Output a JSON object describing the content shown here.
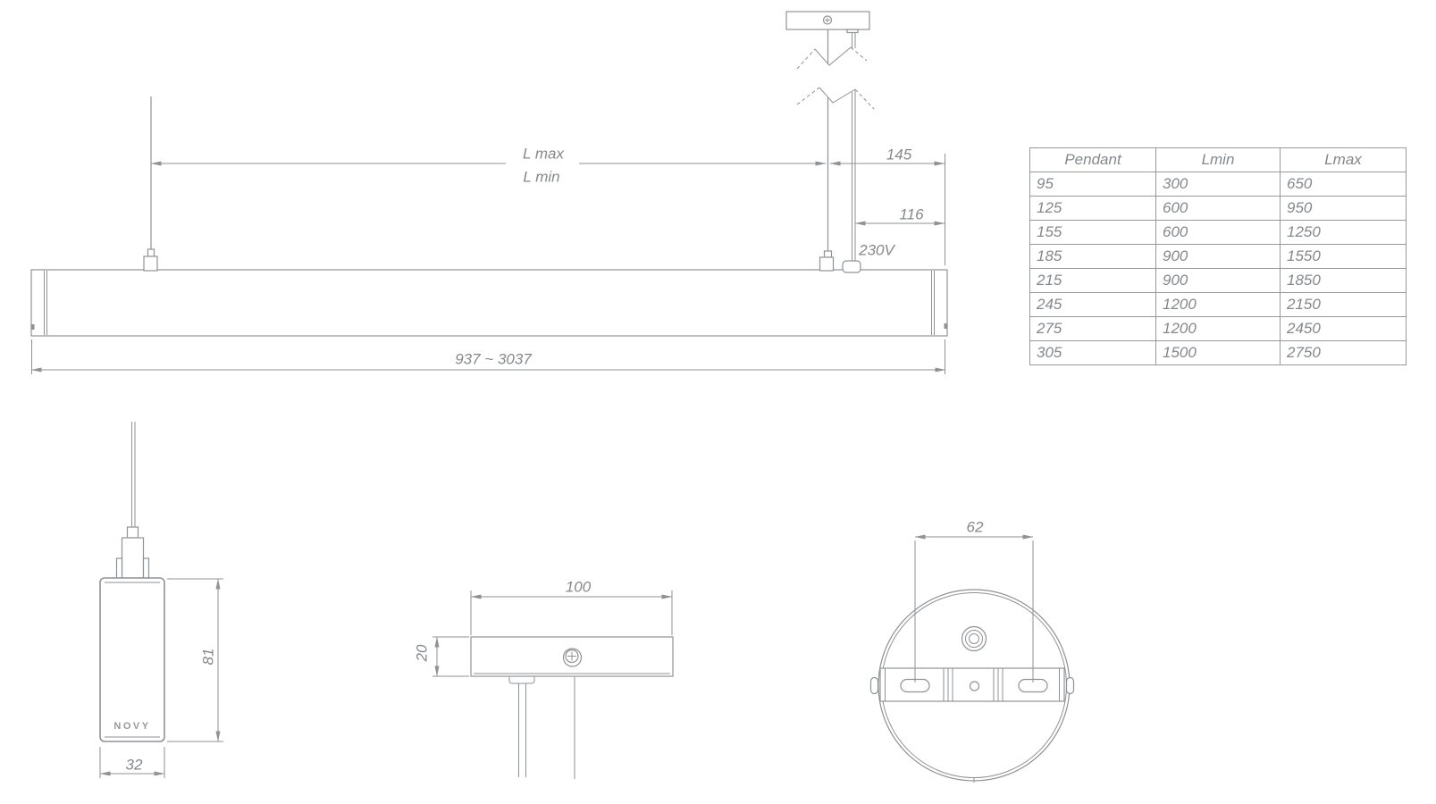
{
  "front_view": {
    "l_max_label": "L max",
    "l_min_label": "L min",
    "canopy_offset": "145",
    "cord_offset": "116",
    "voltage": "230V",
    "length_range": "937 ~ 3037"
  },
  "end_view": {
    "profile_height": "81",
    "profile_width": "32",
    "brand": "NOVY"
  },
  "canopy_side_view": {
    "width": "100",
    "height": "20"
  },
  "canopy_top_view": {
    "slot_spacing": "62"
  },
  "table": {
    "headers": [
      "Pendant",
      "Lmin",
      "Lmax"
    ],
    "rows": [
      [
        "95",
        "300",
        "650"
      ],
      [
        "125",
        "600",
        "950"
      ],
      [
        "155",
        "600",
        "1250"
      ],
      [
        "185",
        "900",
        "1550"
      ],
      [
        "215",
        "900",
        "1850"
      ],
      [
        "245",
        "1200",
        "2150"
      ],
      [
        "275",
        "1200",
        "2450"
      ],
      [
        "305",
        "1500",
        "2750"
      ]
    ]
  },
  "colors": {
    "line": "#8f9295",
    "text": "#85888b",
    "table_border": "#97999c",
    "background": "#ffffff"
  }
}
